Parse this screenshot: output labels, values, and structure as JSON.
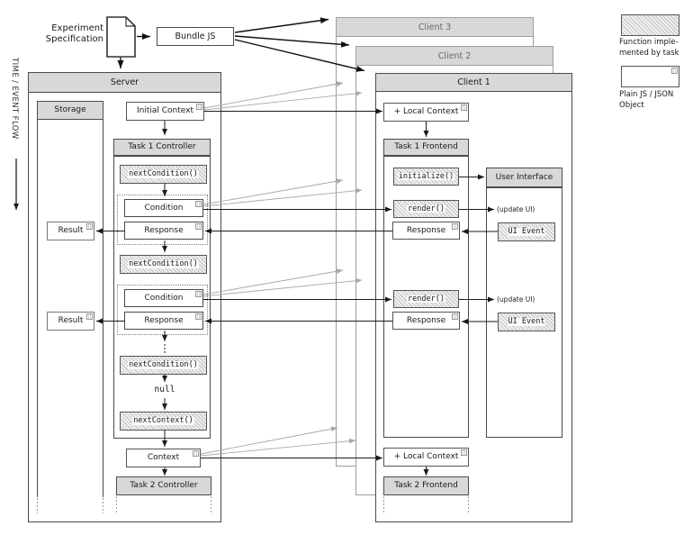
{
  "diagram": {
    "time_flow_label": "TIME / EVENT FLOW",
    "experiment_spec": {
      "line1": "Experiment",
      "line2": "Specification"
    },
    "bundle_js": "Bundle JS",
    "server": {
      "title": "Server",
      "storage": "Storage",
      "initial_context": "Initial Context",
      "task1_controller": "Task 1 Controller",
      "next_condition": "nextCondition()",
      "condition": "Condition",
      "response": "Response",
      "result": "Result",
      "null_value": "null",
      "next_context": "nextContext()",
      "context": "Context",
      "task2_controller": "Task 2 Controller"
    },
    "clients": {
      "client3": "Client 3",
      "client2": "Client 2",
      "client1": "Client 1",
      "local_context": "+ Local Context",
      "task1_frontend": "Task 1 Frontend",
      "initialize": "initialize()",
      "render": "render()",
      "response": "Response",
      "update_ui": "(update UI)",
      "ui_event": "UI Event",
      "user_interface": "User Interface",
      "task2_frontend": "Task 2 Frontend"
    },
    "legend": {
      "hatched_line1": "Function imple-",
      "hatched_line2": "mented by task",
      "plain_line1": "Plain JS / JSON",
      "plain_line2": "Object"
    },
    "colors": {
      "header_fill": "#d8d8d8",
      "box_border": "#4a4a4a",
      "muted_border": "#9e9e9e",
      "hatch_stripe": "#c2c2c2",
      "arrow_black": "#1a1a1a",
      "arrow_gray": "#a8a8a8"
    }
  }
}
